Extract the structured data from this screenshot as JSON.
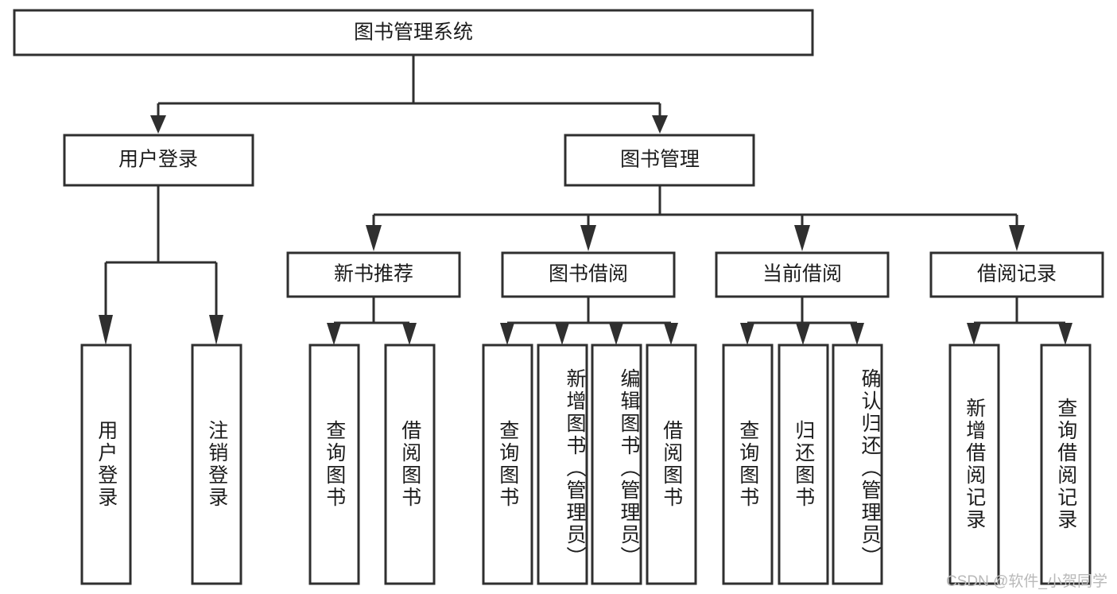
{
  "diagram": {
    "title": "图书管理系统",
    "type": "tree",
    "orientation": "top-down",
    "colors": {
      "background": "#ffffff",
      "box_fill": "#ffffff",
      "box_stroke": "#2f2f2f",
      "connector": "#2f2f2f",
      "text": "#1c1c1c",
      "watermark": "#b9b9b9"
    },
    "levels": {
      "root": "图书管理系统",
      "level2": [
        "用户登录",
        "图书管理"
      ],
      "level3": [
        "新书推荐",
        "图书借阅",
        "当前借阅",
        "借阅记录"
      ]
    },
    "nodes": {
      "root": {
        "label": "图书管理系统"
      },
      "user_login": {
        "label": "用户登录"
      },
      "book_manage": {
        "label": "图书管理"
      },
      "new_book_rec": {
        "label": "新书推荐"
      },
      "book_borrow": {
        "label": "图书借阅"
      },
      "current_borrow": {
        "label": "当前借阅"
      },
      "borrow_record": {
        "label": "借阅记录"
      }
    },
    "leaves": [
      {
        "id": "leaf-user-login",
        "label": "用户登录",
        "parent": "用户登录"
      },
      {
        "id": "leaf-logout",
        "label": "注销登录",
        "parent": "用户登录"
      },
      {
        "id": "leaf-query-book-1",
        "label": "查询图书",
        "parent": "新书推荐"
      },
      {
        "id": "leaf-borrow-book-1",
        "label": "借阅图书",
        "parent": "新书推荐"
      },
      {
        "id": "leaf-query-book-2",
        "label": "查询图书",
        "parent": "图书借阅"
      },
      {
        "id": "leaf-add-book",
        "label": "新增图书（管理员）",
        "parent": "图书借阅"
      },
      {
        "id": "leaf-edit-book",
        "label": "编辑图书（管理员）",
        "parent": "图书借阅"
      },
      {
        "id": "leaf-borrow-book-2",
        "label": "借阅图书",
        "parent": "图书借阅"
      },
      {
        "id": "leaf-query-book-3",
        "label": "查询图书",
        "parent": "当前借阅"
      },
      {
        "id": "leaf-return-book",
        "label": "归还图书",
        "parent": "当前借阅"
      },
      {
        "id": "leaf-confirm-return",
        "label": "确认归还（管理员）",
        "parent": "当前借阅"
      },
      {
        "id": "leaf-add-record",
        "label": "新增借阅记录",
        "parent": "借阅记录"
      },
      {
        "id": "leaf-query-record",
        "label": "查询借阅记录",
        "parent": "借阅记录"
      }
    ]
  },
  "watermark": {
    "text": "CSDN @软件_小贺同学"
  }
}
